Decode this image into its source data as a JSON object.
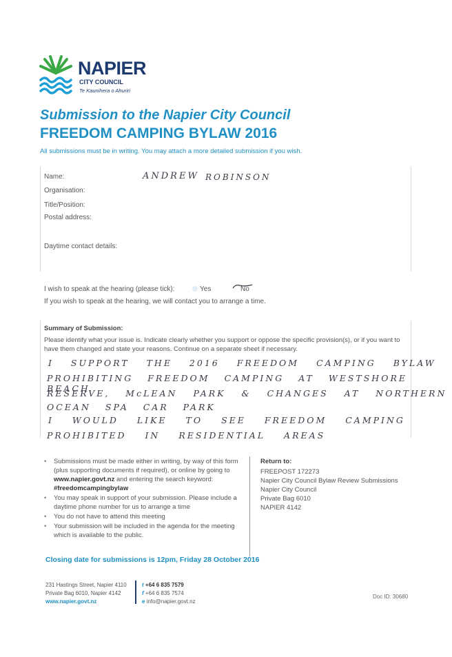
{
  "logo": {
    "name": "NAPIER",
    "sub": "CITY COUNCIL",
    "maori": "Te Kaunihera o Ahuriri",
    "colors": {
      "green": "#3aa845",
      "blue": "#1b9fd6",
      "navy": "#1d3a6e"
    }
  },
  "header": {
    "title1": "Submission to the Napier City Council",
    "title2": "FREEDOM CAMPING BYLAW 2016",
    "intro": "All submissions must be in writing. You may attach a more detailed submission if you wish."
  },
  "form": {
    "name_label": "Name:",
    "name_value_first": "ANDREW",
    "name_value_last": "ROBINSON",
    "org_label": "Organisation:",
    "title_label": "Title/Position:",
    "postal_label": "Postal address:",
    "contact_label": "Daytime contact details:",
    "speak_label": "I wish to speak at the hearing (please tick):",
    "yes_label": "Yes",
    "no_label": "No",
    "contact_note": "If you wish to speak at the hearing, we will contact you to arrange a time."
  },
  "summary": {
    "heading": "Summary of Submission:",
    "instructions": "Please identify what your issue is. Indicate clearly whether you support or oppose the specific provision(s), or if you want to have them changed and state your reasons. Continue on a separate sheet if necessary.",
    "lines": [
      "I SUPPORT THE 2016 FREEDOM CAMPING BYLAW",
      "PROHIBITING FREEDOM CAMPING AT WESTSHORE BEACH",
      "RESERVE, McLEAN PARK & CHANGES AT NORTHERN",
      "OCEAN SPA CAR PARK",
      "I WOULD LIKE TO SEE FREEDOM CAMPING",
      "PROHIBITED IN RESIDENTIAL AREAS"
    ]
  },
  "notes": {
    "b1_pre": "Submissions must be made either in writing, by way of this form (plus supporting documents if required), or online by going to ",
    "b1_url": "www.napier.govt.nz",
    "b1_mid": " and entering the search keyword: ",
    "b1_kw": "#freedomcampingbylaw",
    "b2": "You may speak in support of your submission. Please include a daytime phone number for us to arrange a time",
    "b3": "You do not have to attend this meeting",
    "b4": "Your submission will be included in the agenda for the meeting which is available to the public."
  },
  "return": {
    "heading": "Return to:",
    "lines": [
      "FREEPOST 172273",
      "Napier City Council Bylaw Review Submissions",
      "Napier City Council",
      "Private Bag 6010",
      "NAPIER 4142"
    ]
  },
  "closing": "Closing date for submissions is 12pm, Friday 28 October 2016",
  "footer": {
    "addr1": "231 Hastings Street, Napier 4110",
    "addr2": "Private Bag 6010, Napier 4142",
    "web": "www.napier.govt.nz",
    "t_label": "t",
    "t_value": "+64 6 835 7579",
    "f_label": "f",
    "f_value": "+64 6 835 7574",
    "e_label": "e",
    "e_value": "info@napier.govt.nz",
    "doc_id": "Doc ID: 30680"
  }
}
